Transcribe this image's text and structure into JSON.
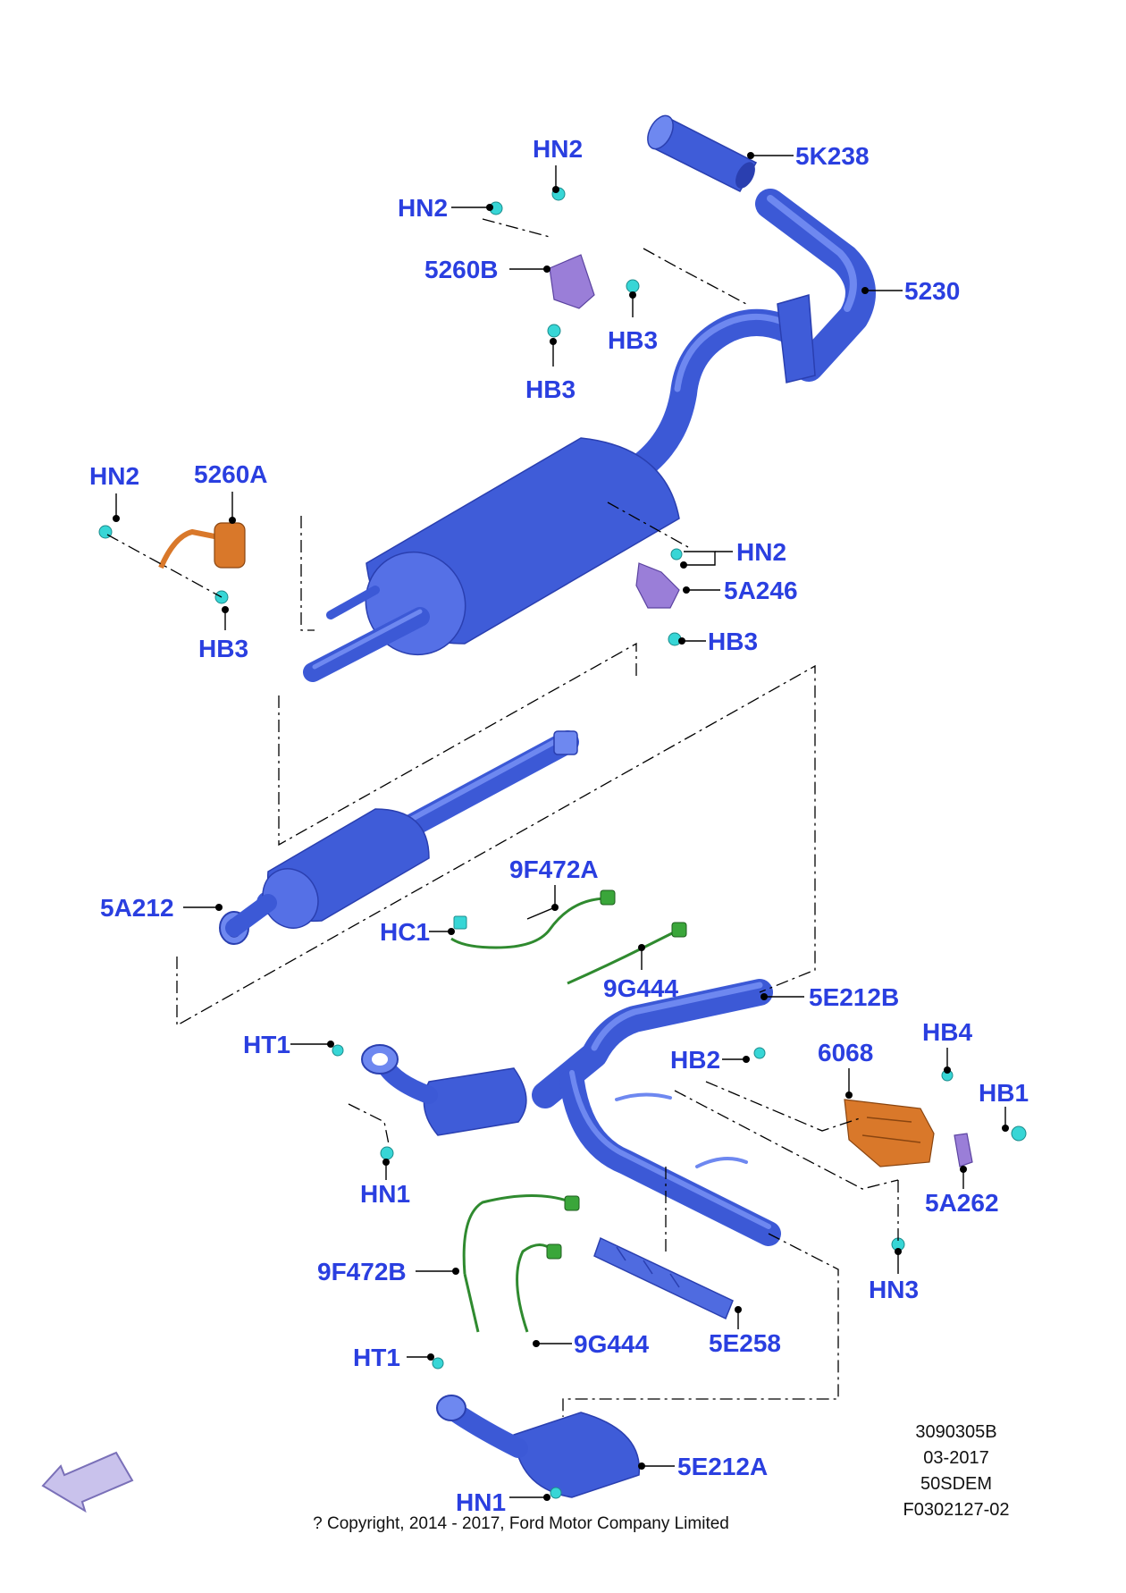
{
  "callouts": [
    {
      "id": "5K238",
      "text": "5K238"
    },
    {
      "id": "HN2a",
      "text": "HN2"
    },
    {
      "id": "HN2b",
      "text": "HN2"
    },
    {
      "id": "5260B",
      "text": "5260B"
    },
    {
      "id": "5230",
      "text": "5230"
    },
    {
      "id": "HB3a",
      "text": "HB3"
    },
    {
      "id": "HB3b",
      "text": "HB3"
    },
    {
      "id": "HN2c",
      "text": "HN2"
    },
    {
      "id": "5260A",
      "text": "5260A"
    },
    {
      "id": "HN2d",
      "text": "HN2"
    },
    {
      "id": "5A246",
      "text": "5A246"
    },
    {
      "id": "HB3c",
      "text": "HB3"
    },
    {
      "id": "HB3d",
      "text": "HB3"
    },
    {
      "id": "9F472A",
      "text": "9F472A"
    },
    {
      "id": "5A212",
      "text": "5A212"
    },
    {
      "id": "HC1",
      "text": "HC1"
    },
    {
      "id": "9G444a",
      "text": "9G444"
    },
    {
      "id": "5E212B",
      "text": "5E212B"
    },
    {
      "id": "HT1a",
      "text": "HT1"
    },
    {
      "id": "HB4",
      "text": "HB4"
    },
    {
      "id": "HB2",
      "text": "HB2"
    },
    {
      "id": "6068",
      "text": "6068"
    },
    {
      "id": "HB1",
      "text": "HB1"
    },
    {
      "id": "HN1a",
      "text": "HN1"
    },
    {
      "id": "5A262",
      "text": "5A262"
    },
    {
      "id": "HN3",
      "text": "HN3"
    },
    {
      "id": "9F472B",
      "text": "9F472B"
    },
    {
      "id": "HT1b",
      "text": "HT1"
    },
    {
      "id": "9G444b",
      "text": "9G444"
    },
    {
      "id": "5E258",
      "text": "5E258"
    },
    {
      "id": "5E212A",
      "text": "5E212A"
    },
    {
      "id": "HN1b",
      "text": "HN1"
    }
  ],
  "metadata": {
    "line1": "3090305B",
    "line2": "03-2017",
    "line3": "50SDEM",
    "line4": "F0302127-02"
  },
  "copyright": "? Copyright, 2014 - 2017, Ford Motor Company Limited",
  "colors": {
    "callout_text": "#2a3fe0",
    "pipe": "#3c59d6",
    "fastener": "#37d6d6",
    "bracket_purple": "#9a7ed8",
    "bracket_orange": "#d9782a",
    "sensor_wire": "#2f8a2f"
  },
  "icons": {
    "direction_arrow": "front-direction-arrow-icon"
  }
}
